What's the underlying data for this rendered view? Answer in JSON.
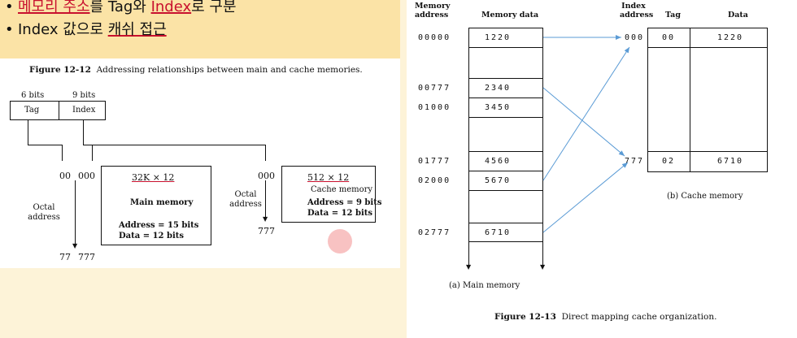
{
  "bullets": {
    "line1_part1": "메모리 주소",
    "line1_part2": "를 Tag와 ",
    "line1_part3": "Index",
    "line1_part4": "로 구분",
    "line2_part1": "Index 값으로 ",
    "line2_part2": "캐쉬 접근"
  },
  "figure12": {
    "caption_num": "Figure 12-12",
    "caption_text": "Addressing relationships between main and cache memories.",
    "tag_bits": "6 bits",
    "index_bits": "9 bits",
    "tag_label": "Tag",
    "index_label": "Index",
    "main_start_a": "00",
    "main_start_b": "000",
    "main_end_a": "77",
    "main_end_b": "777",
    "octal_address_left": "Octal address",
    "main_size": "32K × 12",
    "main_title": "Main memory",
    "main_addr_bits": "Address = 15 bits",
    "main_data_bits": "Data = 12 bits",
    "cache_start": "000",
    "cache_end": "777",
    "octal_address_right": "Octal address",
    "cache_size": "512 × 12",
    "cache_title": "Cache memory",
    "cache_addr_bits": "Address = 9 bits",
    "cache_data_bits": "Data = 12 bits"
  },
  "figure13": {
    "main_hdr_addr": "Memory address",
    "main_hdr_data": "Memory data",
    "main_rows": [
      {
        "addr": "00000",
        "data": "1220"
      },
      {
        "addr": "00777",
        "data": "2340"
      },
      {
        "addr": "01000",
        "data": "3450"
      },
      {
        "addr": "01777",
        "data": "4560"
      },
      {
        "addr": "02000",
        "data": "5670"
      },
      {
        "addr": "02777",
        "data": "6710"
      }
    ],
    "main_caption": "(a)  Main memory",
    "cache_hdr_index": "Index address",
    "cache_hdr_tag": "Tag",
    "cache_hdr_data": "Data",
    "cache_rows": [
      {
        "index": "000",
        "tag": "00",
        "data": "1220"
      },
      {
        "index": "777",
        "tag": "02",
        "data": "6710"
      }
    ],
    "cache_caption": "(b)  Cache memory",
    "caption_num": "Figure 12-13",
    "caption_text": "Direct mapping cache organization."
  },
  "colors": {
    "bullet_bg": "#fbe3a6",
    "page_bg": "#fdf3d8",
    "accent_red": "#c8102e",
    "arrow_blue": "#5b9bd5"
  }
}
